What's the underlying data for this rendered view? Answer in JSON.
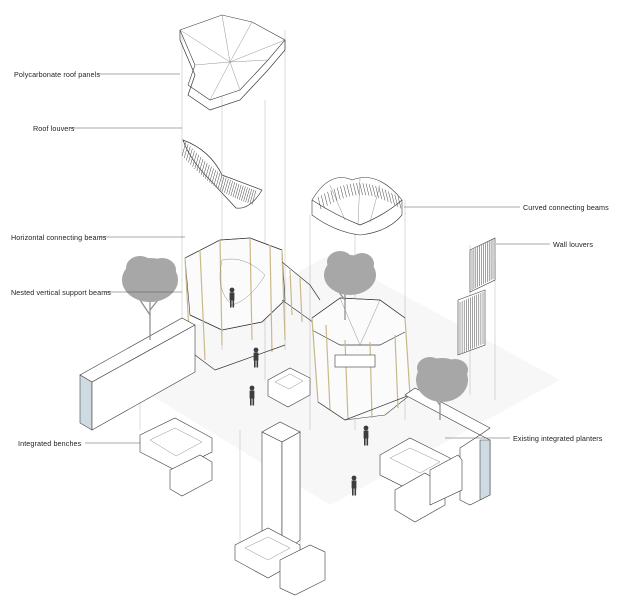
{
  "annotations": {
    "roof_panels": "Polycarbonate roof panels",
    "roof_louvers": "Roof louvers",
    "horizontal_beams": "Horizontal connecting beams",
    "vertical_beams": "Nested vertical support beams",
    "benches": "Integrated benches",
    "curved_beams": "Curved connecting beams",
    "wall_louvers": "Wall louvers",
    "planters": "Existing integrated planters"
  },
  "colors": {
    "line": "#3a3a3a",
    "wood": "#c9b98a",
    "tree": "#a7a7a7",
    "glass": "#cfdbe3"
  }
}
